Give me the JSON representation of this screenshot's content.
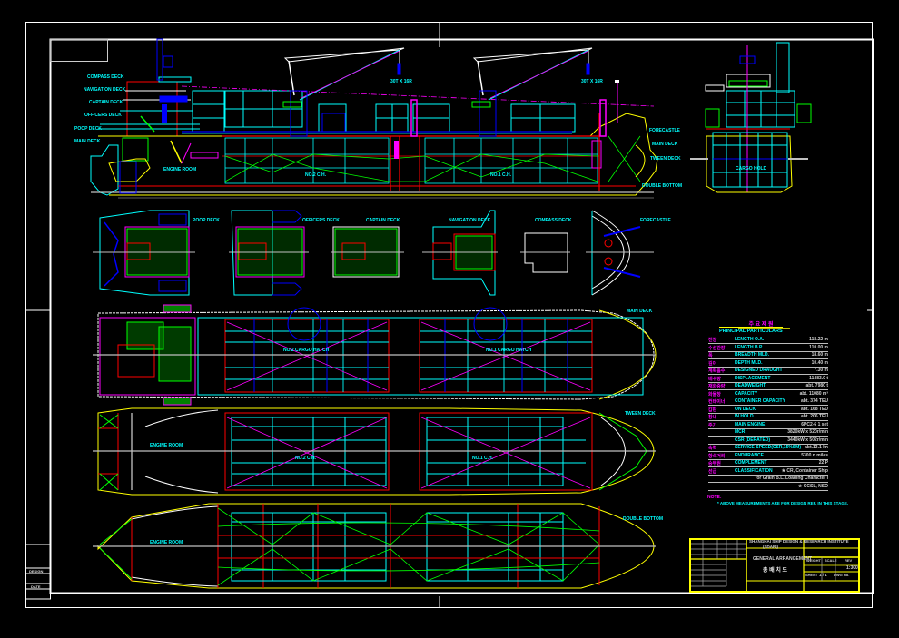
{
  "drawing": {
    "title_en": "GENERAL ARRANGEMENT",
    "title_local": "총 배 치 도",
    "background": "#000000",
    "colors": {
      "frame": "#ffffff",
      "cyan": "#00ffff",
      "magenta": "#ff00ff",
      "red": "#ff0000",
      "green": "#00ff00",
      "blue": "#0000ff",
      "yellow": "#ffff00",
      "grey": "#c0c0c0"
    }
  },
  "views": {
    "profile": {
      "deck_labels": [
        "COMPASS DECK",
        "NAVIGATION DECK",
        "CAPTAIN DECK",
        "OFFICERS DECK",
        "POOP DECK",
        "MAIN DECK"
      ],
      "bow_labels": [
        "FORECASTLE",
        "MAIN DECK",
        "TWEEN DECK",
        "DOUBLE BOTTOM"
      ],
      "room_labels": [
        "ENGINE ROOM",
        "NO.2 C.H.",
        "NO.1 C.H."
      ],
      "crane_label_1": "30T X 16R",
      "crane_label_2": "30T X 16R"
    },
    "midship_section": {
      "label": "CARGO HOLD"
    },
    "deck_plans": [
      {
        "label": "POOP DECK"
      },
      {
        "label": "OFFICERS DECK"
      },
      {
        "label": "CAPTAIN DECK"
      },
      {
        "label": "NAVIGATION DECK"
      },
      {
        "label": "COMPASS DECK"
      },
      {
        "label": "FORECASTLE"
      }
    ],
    "main_deck_plan": {
      "label": "MAIN DECK",
      "hatch_1": "NO.2 CARGO HATCH",
      "hatch_2": "NO.1 CARGO HATCH"
    },
    "tween_deck_plan": {
      "label": "TWEEN DECK",
      "engine_room": "ENGINE ROOM",
      "hold_2": "NO.2 C.H.",
      "hold_1": "NO.1 C.H."
    },
    "double_bottom_plan": {
      "label": "DOUBLE BOTTOM",
      "engine_room": "ENGINE ROOM"
    }
  },
  "principal_particulars": {
    "title_local": "주 요 제 원",
    "title": "PRINCIPAL PARTICULARS",
    "rows": [
      {
        "key": "전장",
        "name": "LENGTH O.A.",
        "value": "118.22 m"
      },
      {
        "key": "수선간장",
        "name": "LENGTH B.P.",
        "value": "110.00 m"
      },
      {
        "key": "폭",
        "name": "BREADTH MLD.",
        "value": "18.60 m"
      },
      {
        "key": "깊이",
        "name": "DEPTH MLD.",
        "value": "10.40 m"
      },
      {
        "key": "계획흘수",
        "name": "DESIGNED DRAUGHT",
        "value": "7.30 m"
      },
      {
        "key": "배수량",
        "name": "DISPLACEMENT",
        "value": "11483.0 t"
      },
      {
        "key": "재화중량",
        "name": "DEADWEIGHT",
        "value": "abt. 7980 t"
      },
      {
        "key": "화물창",
        "name": "CAPACITY",
        "value": "abt. 11080 m³"
      },
      {
        "key": "컨테이너",
        "name": "CONTAINER CAPACITY",
        "value": "abt. 374 TEU"
      },
      {
        "key": "갑판",
        "name": "ON DECK",
        "value": "abt. 168 TEU"
      },
      {
        "key": "창내",
        "name": "IN HOLD",
        "value": "abt. 206 TEU"
      },
      {
        "key": "주기",
        "name": "MAIN ENGINE",
        "value": "6PC2-6   1 set"
      },
      {
        "key": "",
        "name": "MCR",
        "value": "3820kW x 520r/min"
      },
      {
        "key": "",
        "name": "CSR (DERATED)",
        "value": "3440kW x 502r/min"
      },
      {
        "key": "속력",
        "name": "SERVICE SPEED(CSR,15%SM)",
        "value": "abt.13.1 kn"
      },
      {
        "key": "항속거리",
        "name": "ENDURANCE",
        "value": "5300 n.miles"
      },
      {
        "key": "승무원",
        "name": "COMPLEMENT",
        "value": "22 P"
      },
      {
        "key": "선급",
        "name": "CLASSIFICATION",
        "value": "★ CR, Container Ship"
      },
      {
        "key": "",
        "name": "",
        "value": "for Grain B.L. Loading Character I"
      },
      {
        "key": "",
        "name": "",
        "value": "★ CCSL, NSO"
      }
    ],
    "note_label": "NOTE:",
    "note_text": "* ABOVE MEASUREMENTS ARE FOR DESIGN REF. IN THIS STAGE."
  },
  "title_block": {
    "company": "SHANGHAI SHIP DESIGN & RESEARCH INSTITUTE",
    "company_sub": "(SDARI)",
    "drawing_title": "GENERAL ARRANGEMENT",
    "drawing_title_local": "총 배 치 도",
    "scale_label": "SCALE",
    "scale_value": "1:300",
    "sheet_label": "SHEET",
    "sheet_value": "1 / 1",
    "weight_label": "WEIGHT",
    "dwg_no_label": "DWG No.",
    "rev_label": "REV"
  },
  "side_stamp": {
    "line1": "DESIGN",
    "line2": "DATE"
  }
}
